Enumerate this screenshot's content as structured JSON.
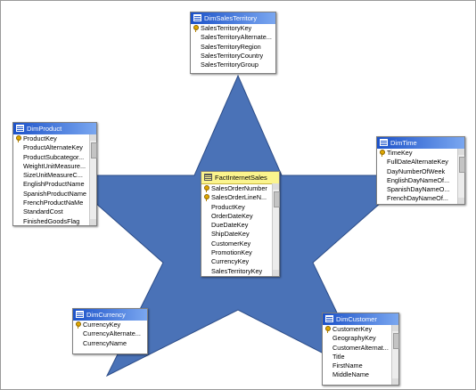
{
  "diagram": {
    "kind": "star-schema",
    "star_color": "#4a72b7"
  },
  "tables": {
    "salesterritory": {
      "title": "DimSalesTerritory",
      "columns": [
        {
          "name": "SalesTerritoryKey",
          "key": true
        },
        {
          "name": "SalesTerritoryAlternate...",
          "key": false
        },
        {
          "name": "SalesTerritoryRegion",
          "key": false
        },
        {
          "name": "SalesTerritoryCountry",
          "key": false
        },
        {
          "name": "SalesTerritoryGroup",
          "key": false
        }
      ]
    },
    "product": {
      "title": "DimProduct",
      "columns": [
        {
          "name": "ProductKey",
          "key": true
        },
        {
          "name": "ProductAlternateKey",
          "key": false
        },
        {
          "name": "ProductSubcategor...",
          "key": false
        },
        {
          "name": "WeightUnitMeasure...",
          "key": false
        },
        {
          "name": "SizeUnitMeasureC...",
          "key": false
        },
        {
          "name": "EnglishProductName",
          "key": false
        },
        {
          "name": "SpanishProductName",
          "key": false
        },
        {
          "name": "FrenchProductNaMe",
          "key": false
        },
        {
          "name": "StandardCost",
          "key": false
        },
        {
          "name": "FinishedGoodsFlag",
          "key": false
        }
      ]
    },
    "time": {
      "title": "DimTime",
      "columns": [
        {
          "name": "TimeKey",
          "key": true
        },
        {
          "name": "FullDateAlternateKey",
          "key": false
        },
        {
          "name": "DayNumberOfWeek",
          "key": false
        },
        {
          "name": "EnglishDayNameOf...",
          "key": false
        },
        {
          "name": "SpanishDayNameO...",
          "key": false
        },
        {
          "name": "FrenchDayNameOf...",
          "key": false
        }
      ]
    },
    "fact": {
      "title": "FactInternetSales",
      "columns": [
        {
          "name": "SalesOrderNumber",
          "key": true
        },
        {
          "name": "SalesOrderLineN...",
          "key": true
        },
        {
          "name": "ProductKey",
          "key": false
        },
        {
          "name": "OrderDateKey",
          "key": false
        },
        {
          "name": "DueDateKey",
          "key": false
        },
        {
          "name": "ShipDateKey",
          "key": false
        },
        {
          "name": "CustomerKey",
          "key": false
        },
        {
          "name": "PromotionKey",
          "key": false
        },
        {
          "name": "CurrencyKey",
          "key": false
        },
        {
          "name": "SalesTerritoryKey",
          "key": false
        }
      ]
    },
    "currency": {
      "title": "DimCurrency",
      "columns": [
        {
          "name": "CurrencyKey",
          "key": true
        },
        {
          "name": "CurrencyAlternate...",
          "key": false
        },
        {
          "name": "CurrencyName",
          "key": false
        }
      ]
    },
    "customer": {
      "title": "DimCustomer",
      "columns": [
        {
          "name": "CustomerKey",
          "key": true
        },
        {
          "name": "GeographyKey",
          "key": false
        },
        {
          "name": "CustomerAlternat...",
          "key": false
        },
        {
          "name": "Title",
          "key": false
        },
        {
          "name": "FirstName",
          "key": false
        },
        {
          "name": "MiddleName",
          "key": false
        }
      ]
    }
  }
}
